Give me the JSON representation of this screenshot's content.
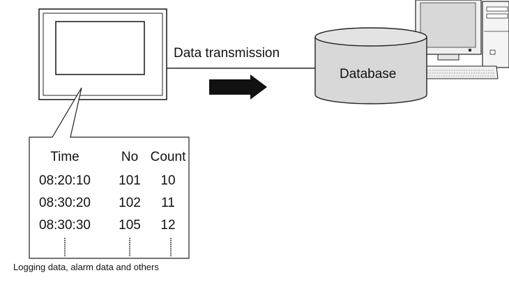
{
  "diagram": {
    "transmission_label": "Data transmission",
    "database_label": "Database",
    "caption": "Logging data, alarm data and others",
    "table": {
      "headers": [
        "Time",
        "No",
        "Count"
      ],
      "rows": [
        [
          "08:20:10",
          "101",
          "10"
        ],
        [
          "08:30:20",
          "102",
          "11"
        ],
        [
          "08:30:30",
          "105",
          "12"
        ]
      ]
    },
    "icons": [
      "touch-panel-icon",
      "database-cylinder-icon",
      "desktop-computer-icon",
      "arrow-right-icon"
    ]
  }
}
